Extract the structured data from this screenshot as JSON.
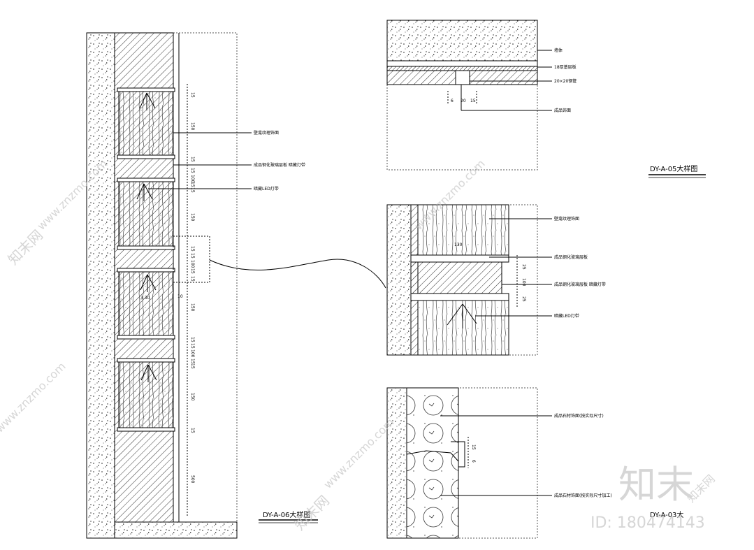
{
  "drawing": {
    "left_detail": {
      "title": "DY-A-06大样图",
      "dims": [
        "15",
        "150",
        "15",
        "15",
        "100",
        "15",
        "15",
        "150",
        "15",
        "15",
        "100",
        "15",
        "15",
        "150",
        "15",
        "15",
        "100",
        "15",
        "15",
        "150",
        "15",
        "500"
      ],
      "callouts": [
        "壁龛纹理饰面",
        "成品钢化玻璃层板 暗藏灯带",
        "暗藏LED灯带"
      ],
      "note_left": "3.30",
      "note_right": "10"
    },
    "top_right_detail": {
      "title": "DY-A-05大样图",
      "callouts": [
        "墙体",
        "18厚基层板",
        "20×20钢管",
        "成品饰面"
      ],
      "dims": [
        "6",
        "20",
        "15"
      ]
    },
    "mid_right_detail": {
      "callouts": [
        "壁龛纹理饰面",
        "成品钢化玻璃层板",
        "成品钢化玻璃层板 暗藏灯带",
        "暗藏LED灯带"
      ],
      "dims": [
        "130",
        "25",
        "100",
        "25"
      ]
    },
    "bottom_right_detail": {
      "title": "DY-A-03大",
      "callouts": [
        "成品石材饰面(按实际尺寸)",
        "成品石材饰面(按实际尺寸加工)"
      ],
      "dims": [
        "15",
        "6"
      ]
    }
  },
  "watermark": {
    "logo_text": "知末",
    "id_text": "ID: 180474143",
    "site_text": "www.znzmo.com",
    "brand_text": "知末网"
  }
}
